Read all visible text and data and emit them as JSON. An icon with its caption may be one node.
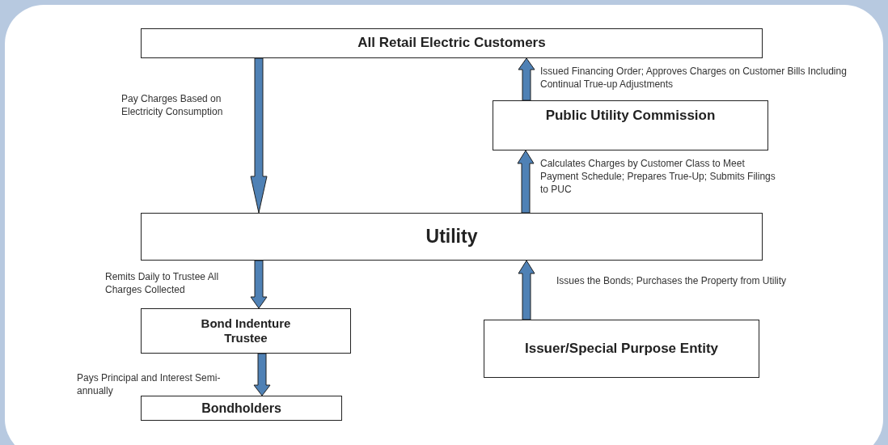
{
  "diagram": {
    "nodes": [
      {
        "text": [
          "All Retail Electric Customers"
        ]
      },
      {
        "text": [
          "Public Utility Commission"
        ]
      },
      {
        "text": [
          "Utility"
        ]
      },
      {
        "text": [
          "Bond Indenture Trustee"
        ]
      },
      {
        "text": [
          "Bondholders"
        ]
      },
      {
        "text": [
          "Issuer/Special Purpose Entity"
        ]
      }
    ],
    "edges": [
      {
        "from": 0,
        "to": 2,
        "arrow": "to",
        "label": "Pay Charges Based on Electricity Consumption"
      },
      {
        "from": 1,
        "to": 0,
        "arrow": "to",
        "label": "Issued Financing Order; Approves Charges on Customer Bills Including Continual True-up Adjustments"
      },
      {
        "from": 2,
        "to": 1,
        "arrow": "to",
        "label": "Calculates Charges by Customer Class to Meet Payment Schedule; Prepares True-Up; Submits Filings to PUC"
      },
      {
        "from": 2,
        "to": 3,
        "arrow": "to",
        "label": "Remits Daily to Trustee All Charges Collected"
      },
      {
        "from": 3,
        "to": 4,
        "arrow": "to",
        "label": "Pays Principal and Interest Semi-annually"
      },
      {
        "from": 5,
        "to": 2,
        "arrow": "to",
        "label": "Issues the Bonds; Purchases the Property from Utility"
      }
    ]
  }
}
